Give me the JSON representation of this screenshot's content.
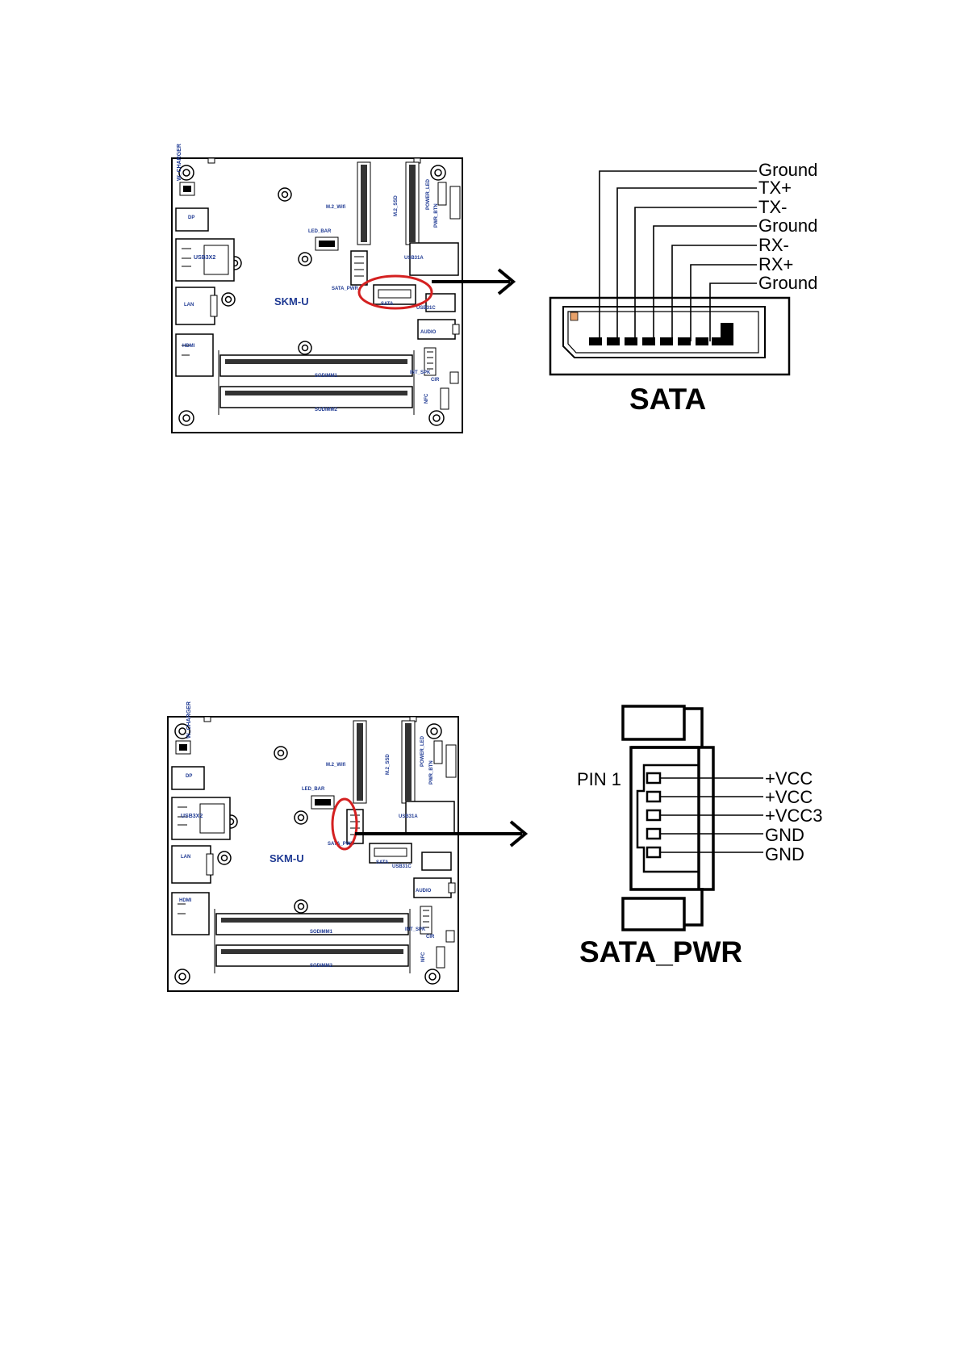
{
  "board": {
    "name": "SKM-U",
    "labels": {
      "w_charger": "W_CHARGER",
      "dp": "DP",
      "usb3x2": "USB3X2",
      "lan": "LAN",
      "hdmi": "HDMI",
      "m2_wifi": "M.2_Wifi",
      "m2_ssd": "M.2_SSD",
      "power_led": "POWER_LED",
      "pwr_btn": "PWR_BTN",
      "led_bar": "LED_BAR",
      "sata_pwr": "SATA_PWR",
      "usb31a": "USB31A",
      "sata": "SATA",
      "usb31c": "USB31C",
      "audio": "AUDIO",
      "int_spk": "INT_SPK",
      "cir": "CIR",
      "nfc": "NFC",
      "sodimm1": "SODIMM1",
      "sodimm2": "SODIMM2"
    }
  },
  "sata_section": {
    "title": "SATA",
    "pins": [
      "Ground",
      "TX+",
      "TX-",
      "Ground",
      "RX-",
      "RX+",
      "Ground"
    ]
  },
  "sata_pwr_section": {
    "title": "SATA_PWR",
    "pin1_label": "PIN 1",
    "pins": [
      "+VCC",
      "+VCC",
      "+VCC3",
      "GND",
      "GND"
    ]
  },
  "colors": {
    "highlight": "#d42020",
    "board_text": "#1f3a93",
    "pin1_marker": "#e8a16a"
  }
}
